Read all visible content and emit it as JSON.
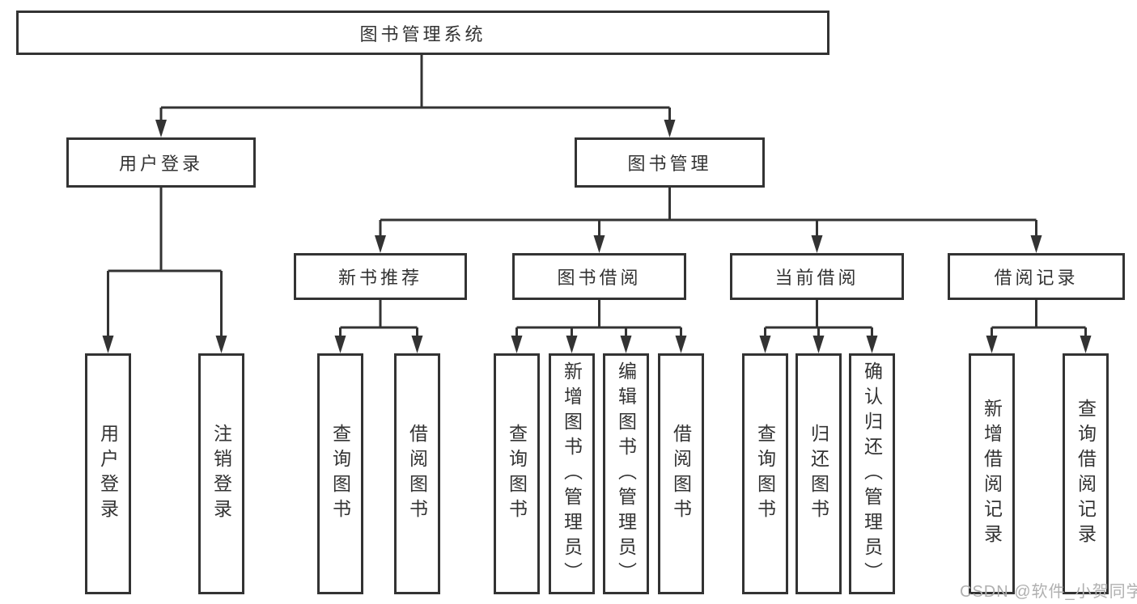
{
  "diagram": {
    "root": {
      "label": "图书管理系统"
    },
    "branches": [
      {
        "label": "用户登录"
      },
      {
        "label": "图书管理"
      }
    ],
    "sections": [
      {
        "label": "新书推荐"
      },
      {
        "label": "图书借阅"
      },
      {
        "label": "当前借阅"
      },
      {
        "label": "借阅记录"
      }
    ],
    "leaves": [
      {
        "label": "用户登录"
      },
      {
        "label": "注销登录"
      },
      {
        "label": "查询图书"
      },
      {
        "label": "借阅图书"
      },
      {
        "label": "查询图书"
      },
      {
        "label": "新增图书（管理员）"
      },
      {
        "label": "编辑图书（管理员）"
      },
      {
        "label": "借阅图书"
      },
      {
        "label": "查询图书"
      },
      {
        "label": "归还图书"
      },
      {
        "label": "确认归还（管理员）"
      },
      {
        "label": "新增借阅记录"
      },
      {
        "label": "查询借阅记录"
      }
    ],
    "colors": {
      "line": "#333333",
      "text": "#333333",
      "box_background": "#ffffff",
      "watermark": "#b0b0b0"
    }
  },
  "watermark": {
    "text": "CSDN @软件_小贺同学"
  }
}
